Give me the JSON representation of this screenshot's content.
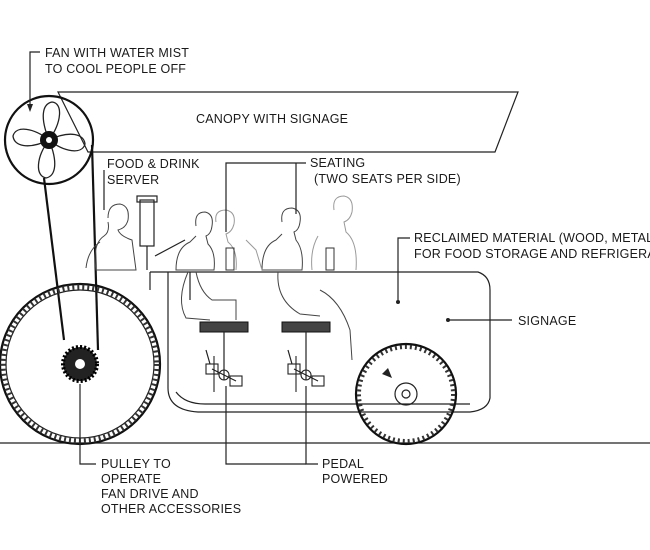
{
  "labels": {
    "fan": [
      "FAN WITH WATER MIST",
      "TO COOL PEOPLE OFF"
    ],
    "canopy": "CANOPY WITH SIGNAGE",
    "server": [
      "FOOD & DRINK",
      "SERVER"
    ],
    "seating": [
      "SEATING",
      "(TWO SEATS PER SIDE)"
    ],
    "reclaimed": [
      "RECLAIMED MATERIAL (WOOD, METAL",
      "FOR FOOD STORAGE AND REFRIGERA"
    ],
    "signage": "SIGNAGE",
    "pulley": [
      "PULLEY TO",
      "OPERATE",
      "FAN DRIVE AND",
      "OTHER ACCESSORIES"
    ],
    "pedal": [
      "PEDAL",
      "POWERED"
    ]
  },
  "colors": {
    "ink": "#1a1a1a",
    "background": "#ffffff",
    "ghost": "#9a9a9a"
  }
}
